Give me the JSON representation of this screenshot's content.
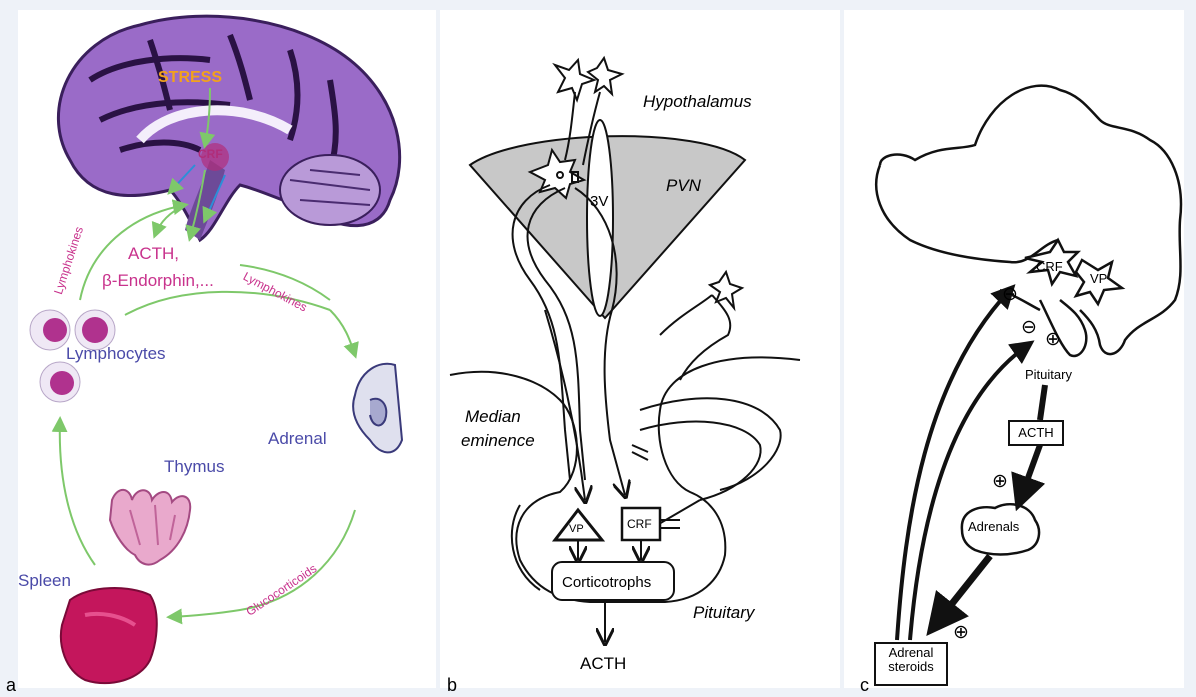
{
  "panel_a": {
    "letter": "a",
    "stress": "STRESS",
    "crf": "CRF",
    "acth": "ACTH,",
    "endorphin": "β-Endorphin,...",
    "lymphokines_1": "Lymphokines",
    "lymphokines_2": "Lymphokines",
    "lymphocytes": "Lymphocytes",
    "adrenal": "Adrenal",
    "thymus": "Thymus",
    "spleen": "Spleen",
    "glucocorticoids": "Glucocorticoids",
    "colors": {
      "arrow": "#7ec86a",
      "magenta": "#c8328c",
      "blue": "#4a4aa8",
      "stress": "#f2a21c",
      "brain": "#8a5cc0"
    }
  },
  "panel_b": {
    "letter": "b",
    "hypothalamus": "Hypothalamus",
    "pvn": "PVN",
    "third_ventricle": "3V",
    "median": "Median",
    "eminence": "eminence",
    "vp": "VP",
    "crf": "CRF",
    "corticotrophs": "Corticotrophs",
    "pituitary": "Pituitary",
    "acth": "ACTH"
  },
  "panel_c": {
    "letter": "c",
    "crf": "CRF",
    "vp": "VP",
    "pituitary": "Pituitary",
    "acth": "ACTH",
    "adrenals": "Adrenals",
    "adrenal_steroids_1": "Adrenal",
    "adrenal_steroids_2": "steroids",
    "minus": "⊖",
    "plus": "⊕"
  }
}
